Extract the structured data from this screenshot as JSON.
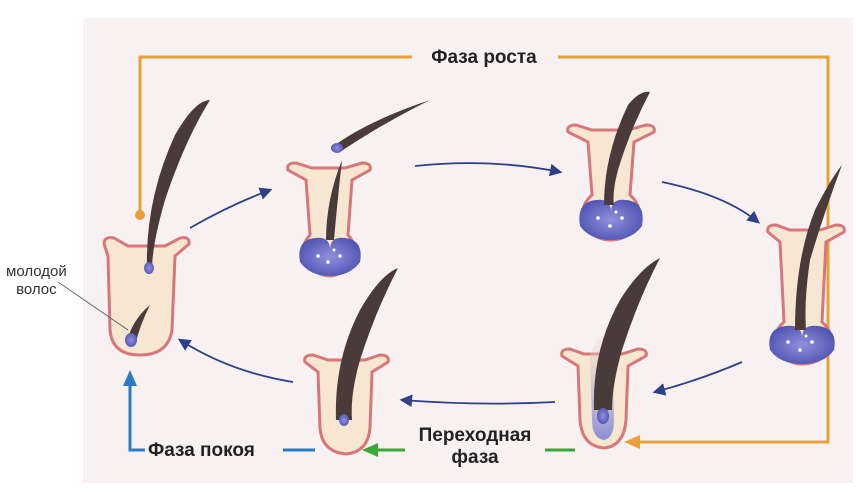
{
  "phases": {
    "growth": "Фаза роста",
    "rest": "Фаза покоя",
    "transition_line1": "Переходная",
    "transition_line2": "фаза"
  },
  "annotation": {
    "young_hair_line1": "молодой",
    "young_hair_line2": "волос"
  },
  "colors": {
    "background": "#f7f1f1",
    "growth_phase": "#e8a13a",
    "rest_phase": "#2a7ac6",
    "transition_phase": "#3aa83a",
    "cycle_arrows": "#2f3f88",
    "follicle_outline": "#d7777a",
    "follicle_inner": "#f6e2c4",
    "hair": "#4a3b3a",
    "papilla": "#6f72c6"
  }
}
